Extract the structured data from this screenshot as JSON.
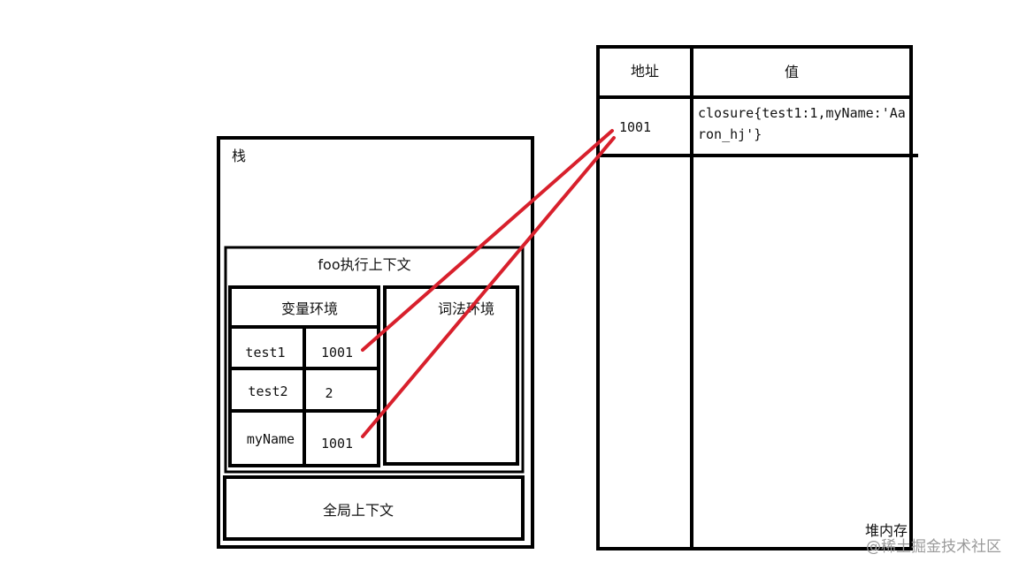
{
  "stack": {
    "title": "栈",
    "foo_context": {
      "title": "foo执行上下文",
      "variable_env": {
        "title": "变量环境",
        "rows": [
          {
            "name": "test1",
            "value": "1001"
          },
          {
            "name": "test2",
            "value": "2"
          },
          {
            "name": "myName",
            "value": "1001"
          }
        ]
      },
      "lexical_env": {
        "title": "词法环境"
      }
    },
    "global_context": {
      "title": "全局上下文"
    }
  },
  "heap": {
    "title": "堆内存",
    "header": {
      "address": "地址",
      "value": "值"
    },
    "rows": [
      {
        "address": "1001",
        "value_line1": "closure{test1:1,myName:'Aa",
        "value_line2": "ron_hj'}"
      }
    ]
  },
  "colors": {
    "line": "#000000",
    "pointer": "#d8202c"
  },
  "watermark": "@稀土掘金技术社区"
}
